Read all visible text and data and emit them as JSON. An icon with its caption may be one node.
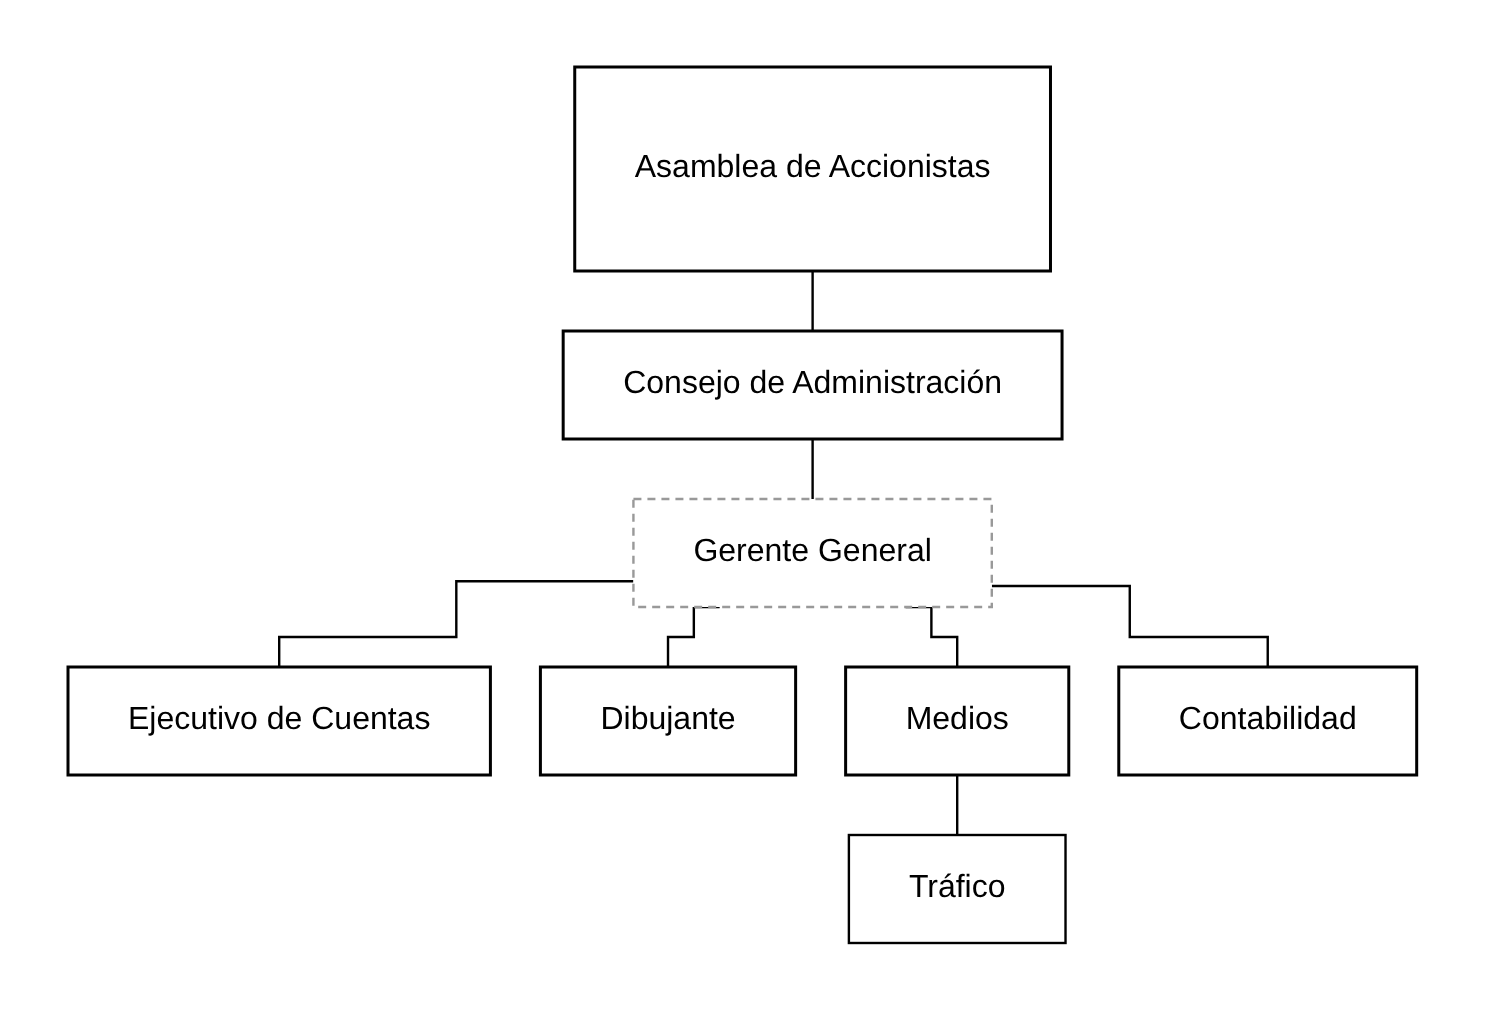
{
  "diagram": {
    "nodes": [
      {
        "text": [
          "Asamblea de Accionistas"
        ]
      },
      {
        "text": [
          "Consejo de Administración"
        ]
      },
      {
        "text": [
          "Gerente General"
        ]
      },
      {
        "text": [
          "Ejecutivo de Cuentas"
        ]
      },
      {
        "text": [
          "Dibujante"
        ]
      },
      {
        "text": [
          "Medios"
        ]
      },
      {
        "text": [
          "Contabilidad"
        ]
      },
      {
        "text": [
          "Tráfico"
        ]
      }
    ],
    "edges": [
      {
        "from": 0,
        "to": 1,
        "arrow": "none"
      },
      {
        "from": 1,
        "to": 2,
        "arrow": "none"
      },
      {
        "from": 2,
        "to": 3,
        "arrow": "none"
      },
      {
        "from": 2,
        "to": 4,
        "arrow": "none"
      },
      {
        "from": 2,
        "to": 5,
        "arrow": "none"
      },
      {
        "from": 2,
        "to": 6,
        "arrow": "none"
      },
      {
        "from": 5,
        "to": 7,
        "arrow": "none"
      }
    ]
  }
}
